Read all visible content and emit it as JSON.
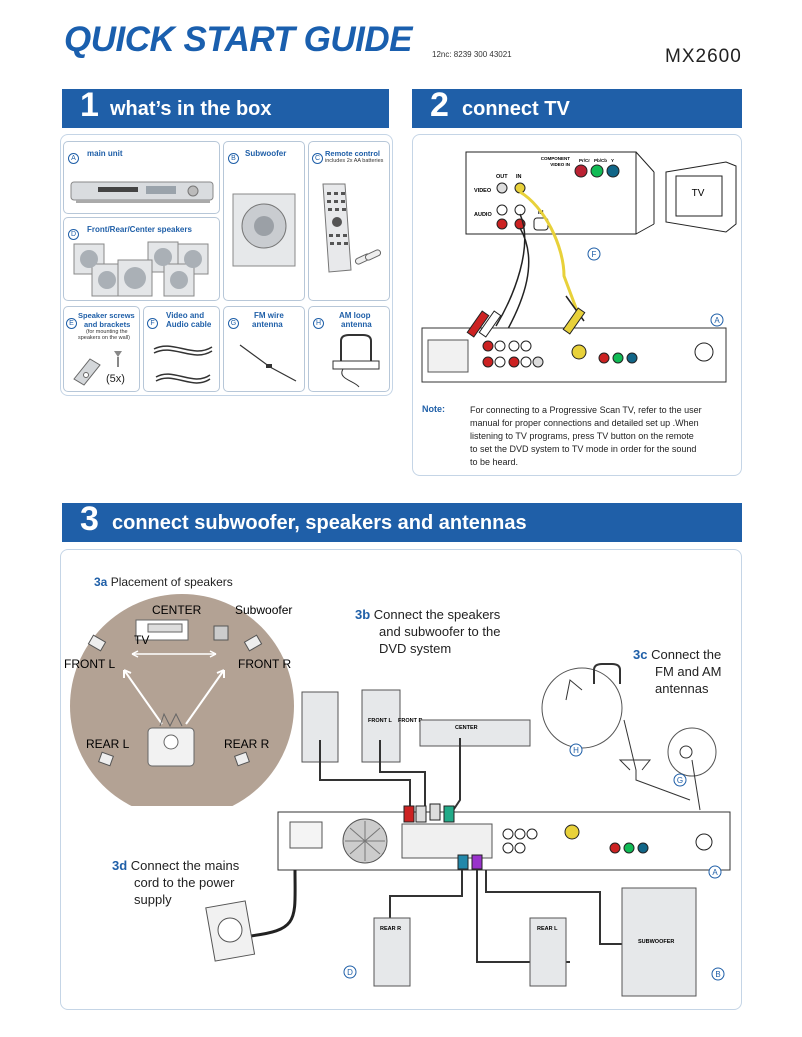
{
  "header": {
    "title": "QUICK START GUIDE",
    "doc_number": "12nc: 8239 300 43021",
    "model": "MX2600"
  },
  "section1": {
    "number": "1",
    "title": "what’s in the box",
    "items": [
      {
        "letter": "A",
        "label": "main unit"
      },
      {
        "letter": "B",
        "label": "Subwoofer"
      },
      {
        "letter": "C",
        "label": "Remote control",
        "note": "includes 2x AA batteries"
      },
      {
        "letter": "D",
        "label": "Front/Rear/Center speakers"
      },
      {
        "letter": "E",
        "label_1": "Speaker screws",
        "label_2": "and brackets",
        "note_1": "(for mounting the",
        "note_2": "speakers on the wall)",
        "qty": "(5x)"
      },
      {
        "letter": "F",
        "label_1": "Video and",
        "label_2": "Audio cable"
      },
      {
        "letter": "G",
        "label_1": "FM wire",
        "label_2": "antenna"
      },
      {
        "letter": "H",
        "label_1": "AM loop",
        "label_2": "antenna"
      }
    ]
  },
  "section2": {
    "number": "2",
    "title": "connect TV",
    "tv_panel": {
      "component_1": "COMPONENT",
      "component_2": "VIDEO IN",
      "pr": "Pr/Cr",
      "pb": "Pb/Cb",
      "y": "Y",
      "out": "OUT",
      "in": "IN",
      "video": "VIDEO",
      "audio": "AUDIO",
      "in2": "IN"
    },
    "tv_label": "TV",
    "marker_f": "F",
    "marker_a": "A",
    "note_key": "Note:",
    "note_lines": [
      "For connecting to a Progressive Scan TV, refer to the user",
      "manual for proper connections and detailed set up .When",
      "listening to TV programs, press TV button on the remote",
      "to set the DVD system to TV mode in order for the sound",
      "to be heard."
    ]
  },
  "section3": {
    "number": "3",
    "title": "connect subwoofer, speakers and antennas",
    "step_3a": {
      "key": "3a",
      "text": "Placement of speakers"
    },
    "placement": {
      "center": "CENTER",
      "subwoofer": "Subwoofer",
      "tv": "TV",
      "front_l": "FRONT L",
      "front_r": "FRONT R",
      "rear_l": "REAR L",
      "rear_r": "REAR R"
    },
    "step_3b": {
      "key": "3b",
      "line1": "Connect the speakers",
      "line2": "and subwoofer to the",
      "line3": "DVD system"
    },
    "step_3c": {
      "key": "3c",
      "line1": "Connect the",
      "line2": "FM and AM",
      "line3": "antennas"
    },
    "step_3d": {
      "key": "3d",
      "line1": "Connect the mains",
      "line2": "cord to the power",
      "line3": "supply"
    },
    "speaker_labels": {
      "front_lr": "FRONT L",
      "front_r": "FRONT R",
      "center": "CENTER",
      "rear_r": "REAR R",
      "rear_l": "REAR L",
      "subwoofer": "SUBWOOFER"
    },
    "markers": {
      "h": "H",
      "g": "G",
      "a": "A",
      "d": "D",
      "b": "B"
    }
  }
}
